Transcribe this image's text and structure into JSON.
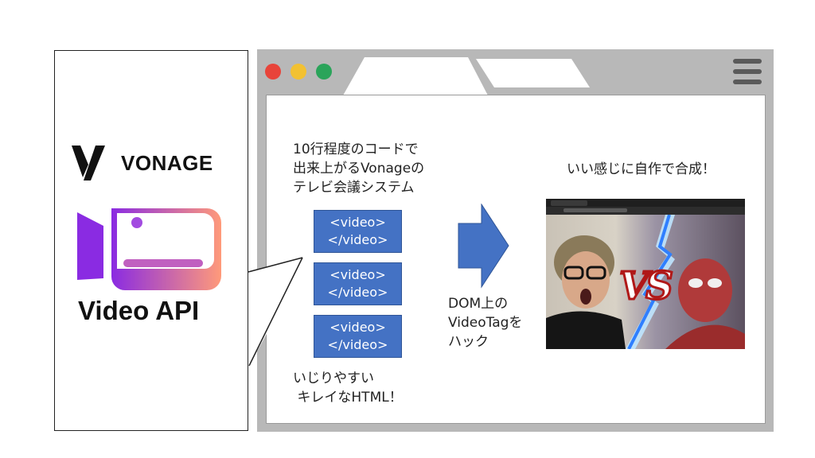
{
  "left_panel": {
    "logo_text": "VONAGE",
    "product_text": "Video API",
    "colors": {
      "brand_dark": "#111111",
      "gradient_start": "#8a2be2",
      "gradient_end": "#ff9a7a"
    }
  },
  "browser": {
    "traffic_lights": {
      "red": "#e8443a",
      "yellow": "#f2c132",
      "green": "#2aa45a"
    },
    "menu_icon": "hamburger-menu-icon",
    "caption_top": "10行程度のコードで\n出来上がるVonageの\nテレビ会議システム",
    "video_boxes": [
      {
        "open": "<video>",
        "close": "</video>"
      },
      {
        "open": "<video>",
        "close": "</video>"
      },
      {
        "open": "<video>",
        "close": "</video>"
      }
    ],
    "caption_bottom": "いじりやすい\n キレイなHTML！",
    "arrow_caption": "DOM上の\nVideoTagを\nハック",
    "result_caption": "いい感じに自作で合成！",
    "screenshot_overlay": "VS"
  }
}
